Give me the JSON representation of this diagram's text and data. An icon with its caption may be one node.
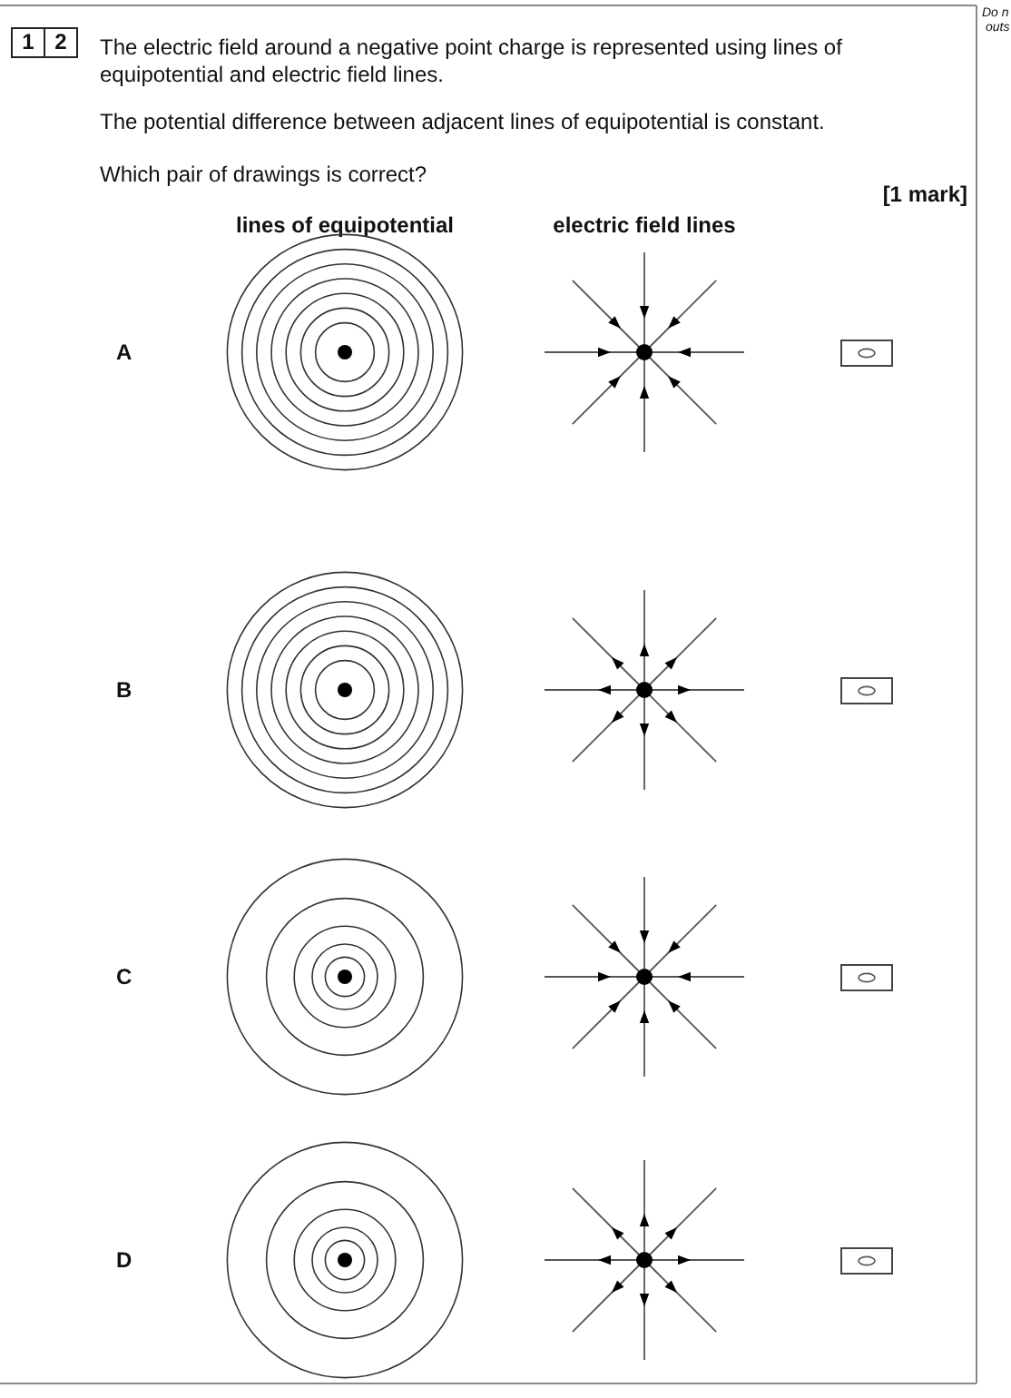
{
  "diagram": {
    "labels": [
      "1",
      "2",
      "The electric field around a negative point charge is represented using lines of equipotential and electric field lines.",
      "The potential difference between adjacent lines of equipotential is constant.",
      "Which pair of drawings is correct?",
      "[1 mark]",
      "lines of equipotential",
      "electric field lines",
      "A",
      "B",
      "C",
      "D",
      "Do n",
      "outs"
    ]
  }
}
